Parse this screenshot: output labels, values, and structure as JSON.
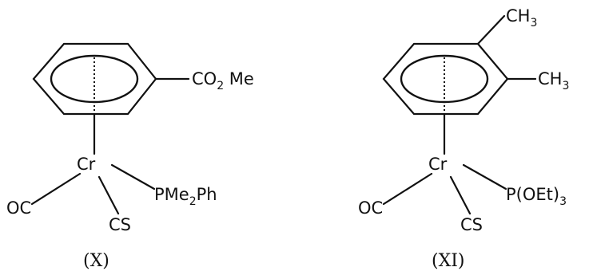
{
  "molecules": [
    {
      "label": "(X)",
      "metal": "Cr",
      "ring_substituent": {
        "base": "CO",
        "sub": "2",
        "tail": " Me"
      },
      "ligand_phosphine": {
        "pre": "PMe",
        "sub": "2",
        "post": "Ph"
      },
      "ligand_carbonyl": "OC",
      "ligand_thiocarbonyl": "CS"
    },
    {
      "label": "(XI)",
      "metal": "Cr",
      "methyl_top": {
        "base": "CH",
        "sub": "3"
      },
      "methyl_right": {
        "base": "CH",
        "sub": "3"
      },
      "ligand_phosphite": {
        "pre": "P(OEt)",
        "sub": "3"
      },
      "ligand_carbonyl": "OC",
      "ligand_thiocarbonyl": "CS"
    }
  ]
}
